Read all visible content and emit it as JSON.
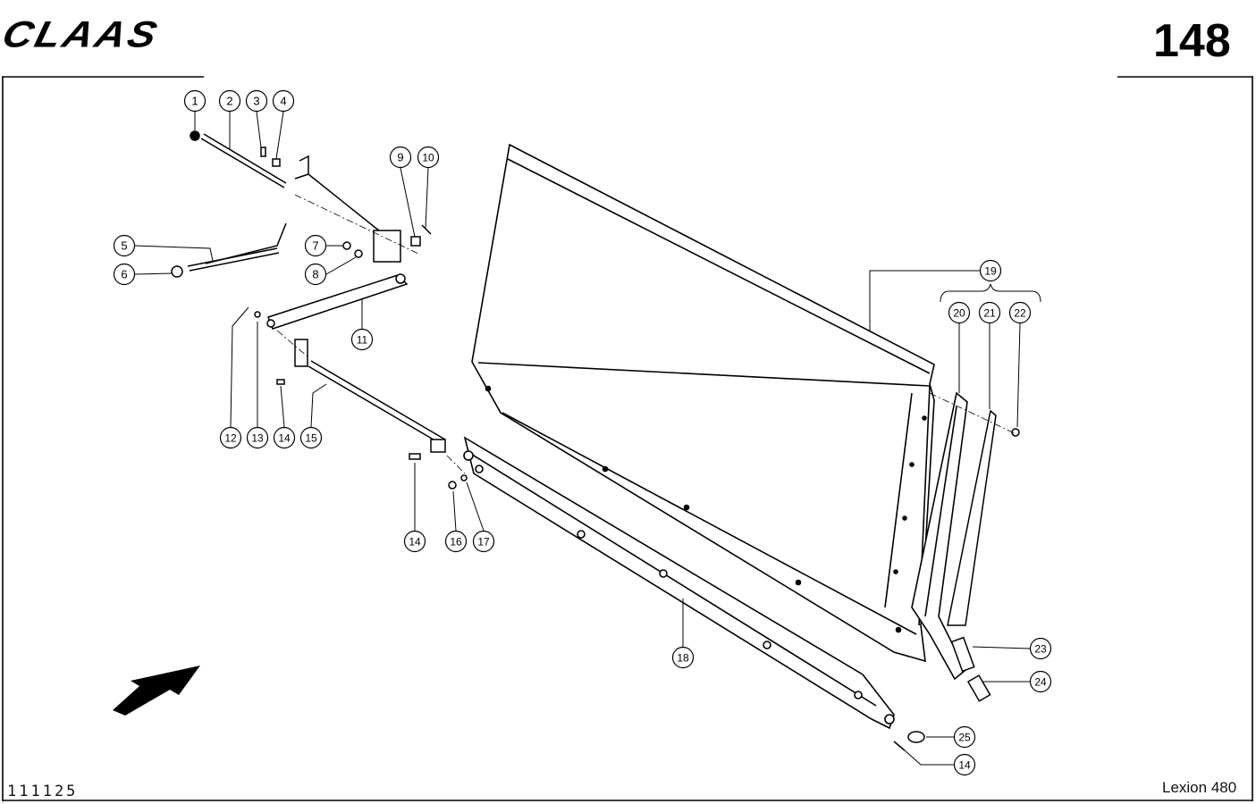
{
  "header": {
    "brand": "CLAAS",
    "page_number": "148"
  },
  "footer": {
    "drawing_number": "111125",
    "model": "Lexion 480"
  },
  "callouts": [
    {
      "id": "c1",
      "label": "1"
    },
    {
      "id": "c2",
      "label": "2"
    },
    {
      "id": "c3",
      "label": "3"
    },
    {
      "id": "c4",
      "label": "4"
    },
    {
      "id": "c5",
      "label": "5"
    },
    {
      "id": "c6",
      "label": "6"
    },
    {
      "id": "c7",
      "label": "7"
    },
    {
      "id": "c8",
      "label": "8"
    },
    {
      "id": "c9",
      "label": "9"
    },
    {
      "id": "c10",
      "label": "10"
    },
    {
      "id": "c11",
      "label": "11"
    },
    {
      "id": "c12",
      "label": "12"
    },
    {
      "id": "c13",
      "label": "13"
    },
    {
      "id": "c14a",
      "label": "14"
    },
    {
      "id": "c15",
      "label": "15"
    },
    {
      "id": "c14b",
      "label": "14"
    },
    {
      "id": "c16",
      "label": "16"
    },
    {
      "id": "c17",
      "label": "17"
    },
    {
      "id": "c18",
      "label": "18"
    },
    {
      "id": "c19",
      "label": "19"
    },
    {
      "id": "c20",
      "label": "20"
    },
    {
      "id": "c21",
      "label": "21"
    },
    {
      "id": "c22",
      "label": "22"
    },
    {
      "id": "c23",
      "label": "23"
    },
    {
      "id": "c24",
      "label": "24"
    },
    {
      "id": "c25",
      "label": "25"
    },
    {
      "id": "c14c",
      "label": "14"
    }
  ]
}
